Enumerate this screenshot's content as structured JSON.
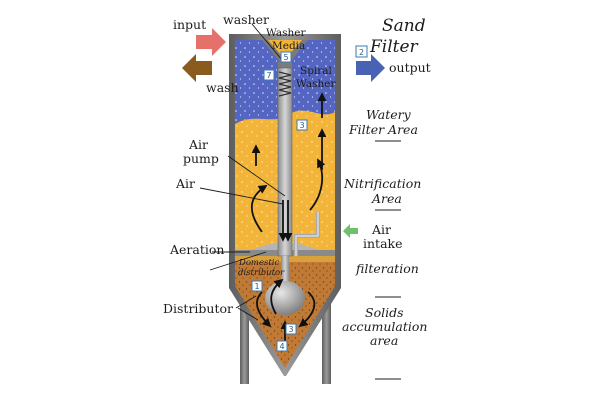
{
  "title": {
    "line1": "Sand",
    "line2": "Filter"
  },
  "labels": {
    "input": "input",
    "wash": "wash",
    "washer": "washer",
    "washer_media_1": "Washer",
    "washer_media_2": "Media",
    "spiral_1": "Spiral",
    "spiral_2": "Washer",
    "output": "output",
    "watery_1": "Watery",
    "watery_2": "Filter Area",
    "air_pump_1": "Air",
    "air_pump_2": "pump",
    "air": "Air",
    "nitrification_1": "Nitrification",
    "nitrification_2": "Area",
    "air_intake_1": "Air",
    "air_intake_2": "intake",
    "aeration": "Aeration",
    "domestic_1": "Domestic",
    "domestic_2": "distributor",
    "filteration": "filteration",
    "distributor": "Distributor",
    "solids_1": "Solids",
    "solids_2": "accumulation",
    "solids_3": "area"
  },
  "badges": [
    "1",
    "2",
    "3",
    "3",
    "4",
    "5",
    "7"
  ],
  "colors": {
    "input_arrow": "#e5716a",
    "wash_arrow": "#8a5a1e",
    "output_arrow": "#4a62b4",
    "air_intake_arrow": "#6ec06a",
    "tank_wall": "#707070",
    "water": "#5566c2",
    "sand": "#f2b53a",
    "sediment": "#c07a35",
    "badge_border": "#3b79b5"
  }
}
